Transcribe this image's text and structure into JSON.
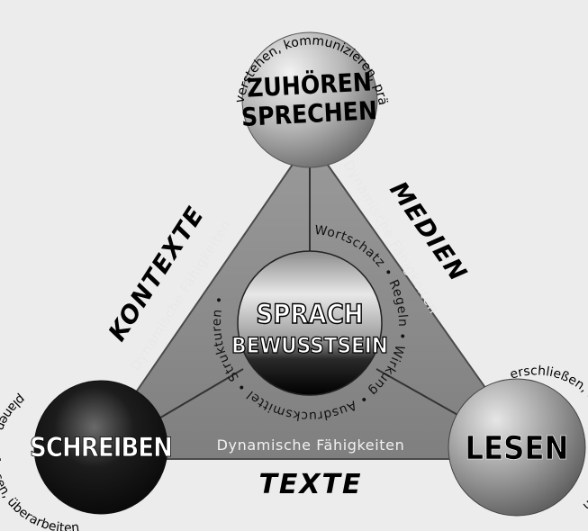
{
  "nodes": {
    "top": {
      "line1": "ZUHÖREN",
      "line2": "SPRECHEN",
      "arc": "verstehen, kommunizieren, präsentieren"
    },
    "left": {
      "label": "SCHREIBEN",
      "arc": "planen, verfassen, überarbeiten"
    },
    "right": {
      "label": "LESEN",
      "arc": "erschließen, nutzen, reflektieren"
    },
    "center": {
      "line1": "SPRACH",
      "line2": "BEWUSSTSEIN"
    }
  },
  "edges": {
    "left": {
      "outer": "KONTEXTE",
      "inner": "Dynamische Fähigkeiten"
    },
    "right": {
      "outer": "MEDIEN",
      "inner": "Dynamische Fähigkeiten"
    },
    "bottom": {
      "outer": "TEXTE",
      "inner": "Dynamische Fähigkeiten"
    }
  },
  "center_ring": {
    "text": "Wortschatz • Regeln • Wirkung • Ausdrucksmittel • Strukturen •"
  },
  "colors": {
    "background": "#ececec",
    "triangle": "#8a8a8a",
    "triangle_edge": "#4a4a4a"
  }
}
